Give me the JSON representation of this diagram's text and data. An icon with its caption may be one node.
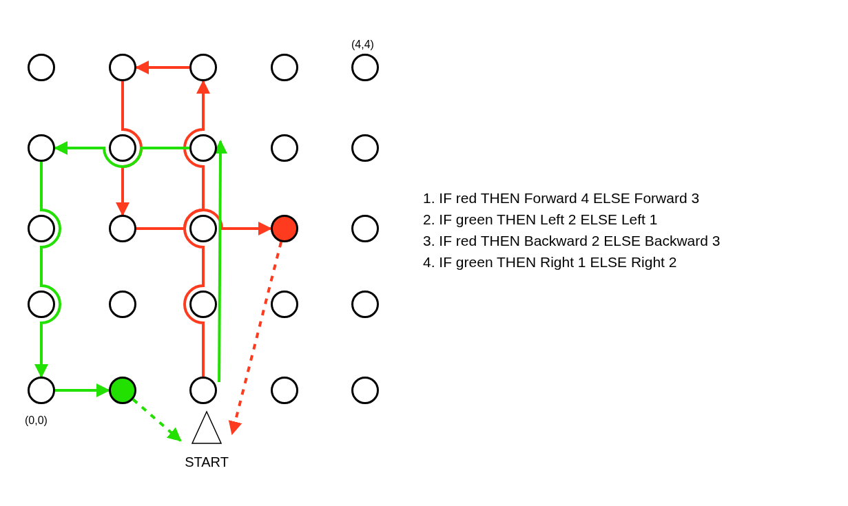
{
  "diagram": {
    "nodes": [
      {
        "text": [],
        "shape": "circle"
      },
      {
        "text": [],
        "shape": "circle"
      },
      {
        "text": [],
        "shape": "circle"
      },
      {
        "text": [],
        "shape": "circle"
      },
      {
        "text": [],
        "shape": "circle",
        "beside": [
          "(4,4)"
        ]
      },
      {
        "text": [],
        "shape": "circle"
      },
      {
        "text": [],
        "shape": "circle"
      },
      {
        "text": [],
        "shape": "circle"
      },
      {
        "text": [],
        "shape": "circle"
      },
      {
        "text": [],
        "shape": "circle"
      },
      {
        "text": [],
        "shape": "circle"
      },
      {
        "text": [],
        "shape": "circle"
      },
      {
        "text": [],
        "shape": "circle"
      },
      {
        "text": [],
        "shape": "circle"
      },
      {
        "text": [],
        "shape": "circle"
      },
      {
        "text": [],
        "shape": "circle"
      },
      {
        "text": [],
        "shape": "circle"
      },
      {
        "text": [],
        "shape": "circle"
      },
      {
        "text": [],
        "shape": "circle"
      },
      {
        "text": [],
        "shape": "circle"
      },
      {
        "text": [],
        "shape": "circle",
        "beside": [
          "(0,0)"
        ]
      },
      {
        "text": [],
        "shape": "circle"
      },
      {
        "text": [],
        "shape": "circle"
      },
      {
        "text": [],
        "shape": "circle"
      },
      {
        "text": [],
        "shape": "circle"
      },
      {
        "text": [
          "START"
        ]
      }
    ],
    "edges": [
      {
        "from": 22,
        "to": 2,
        "arrow": "to",
        "color": "#ff3b1f"
      },
      {
        "from": 2,
        "to": 1,
        "arrow": "to",
        "color": "#ff3b1f"
      },
      {
        "from": 1,
        "to": 11,
        "arrow": "to",
        "color": "#ff3b1f"
      },
      {
        "from": 11,
        "to": 13,
        "arrow": "to",
        "color": "#ff3b1f"
      },
      {
        "from": 13,
        "to": 25,
        "arrow": "to",
        "style": "dashed",
        "color": "#ff3b1f"
      },
      {
        "from": 22,
        "to": 7,
        "arrow": "to",
        "color": "#22e000"
      },
      {
        "from": 7,
        "to": 5,
        "arrow": "to",
        "color": "#22e000"
      },
      {
        "from": 5,
        "to": 20,
        "arrow": "to",
        "color": "#22e000"
      },
      {
        "from": 20,
        "to": 21,
        "arrow": "to",
        "color": "#22e000"
      },
      {
        "from": 21,
        "to": 25,
        "arrow": "to",
        "style": "dashed",
        "color": "#22e000"
      }
    ],
    "labels": [
      "1. IF red THEN Forward 4 ELSE Forward 3",
      "2. IF green THEN Left 2 ELSE Left 1",
      "3. IF red THEN Backward 2 ELSE Backward 3",
      "4. IF green THEN Right 1 ELSE Right 2"
    ]
  }
}
